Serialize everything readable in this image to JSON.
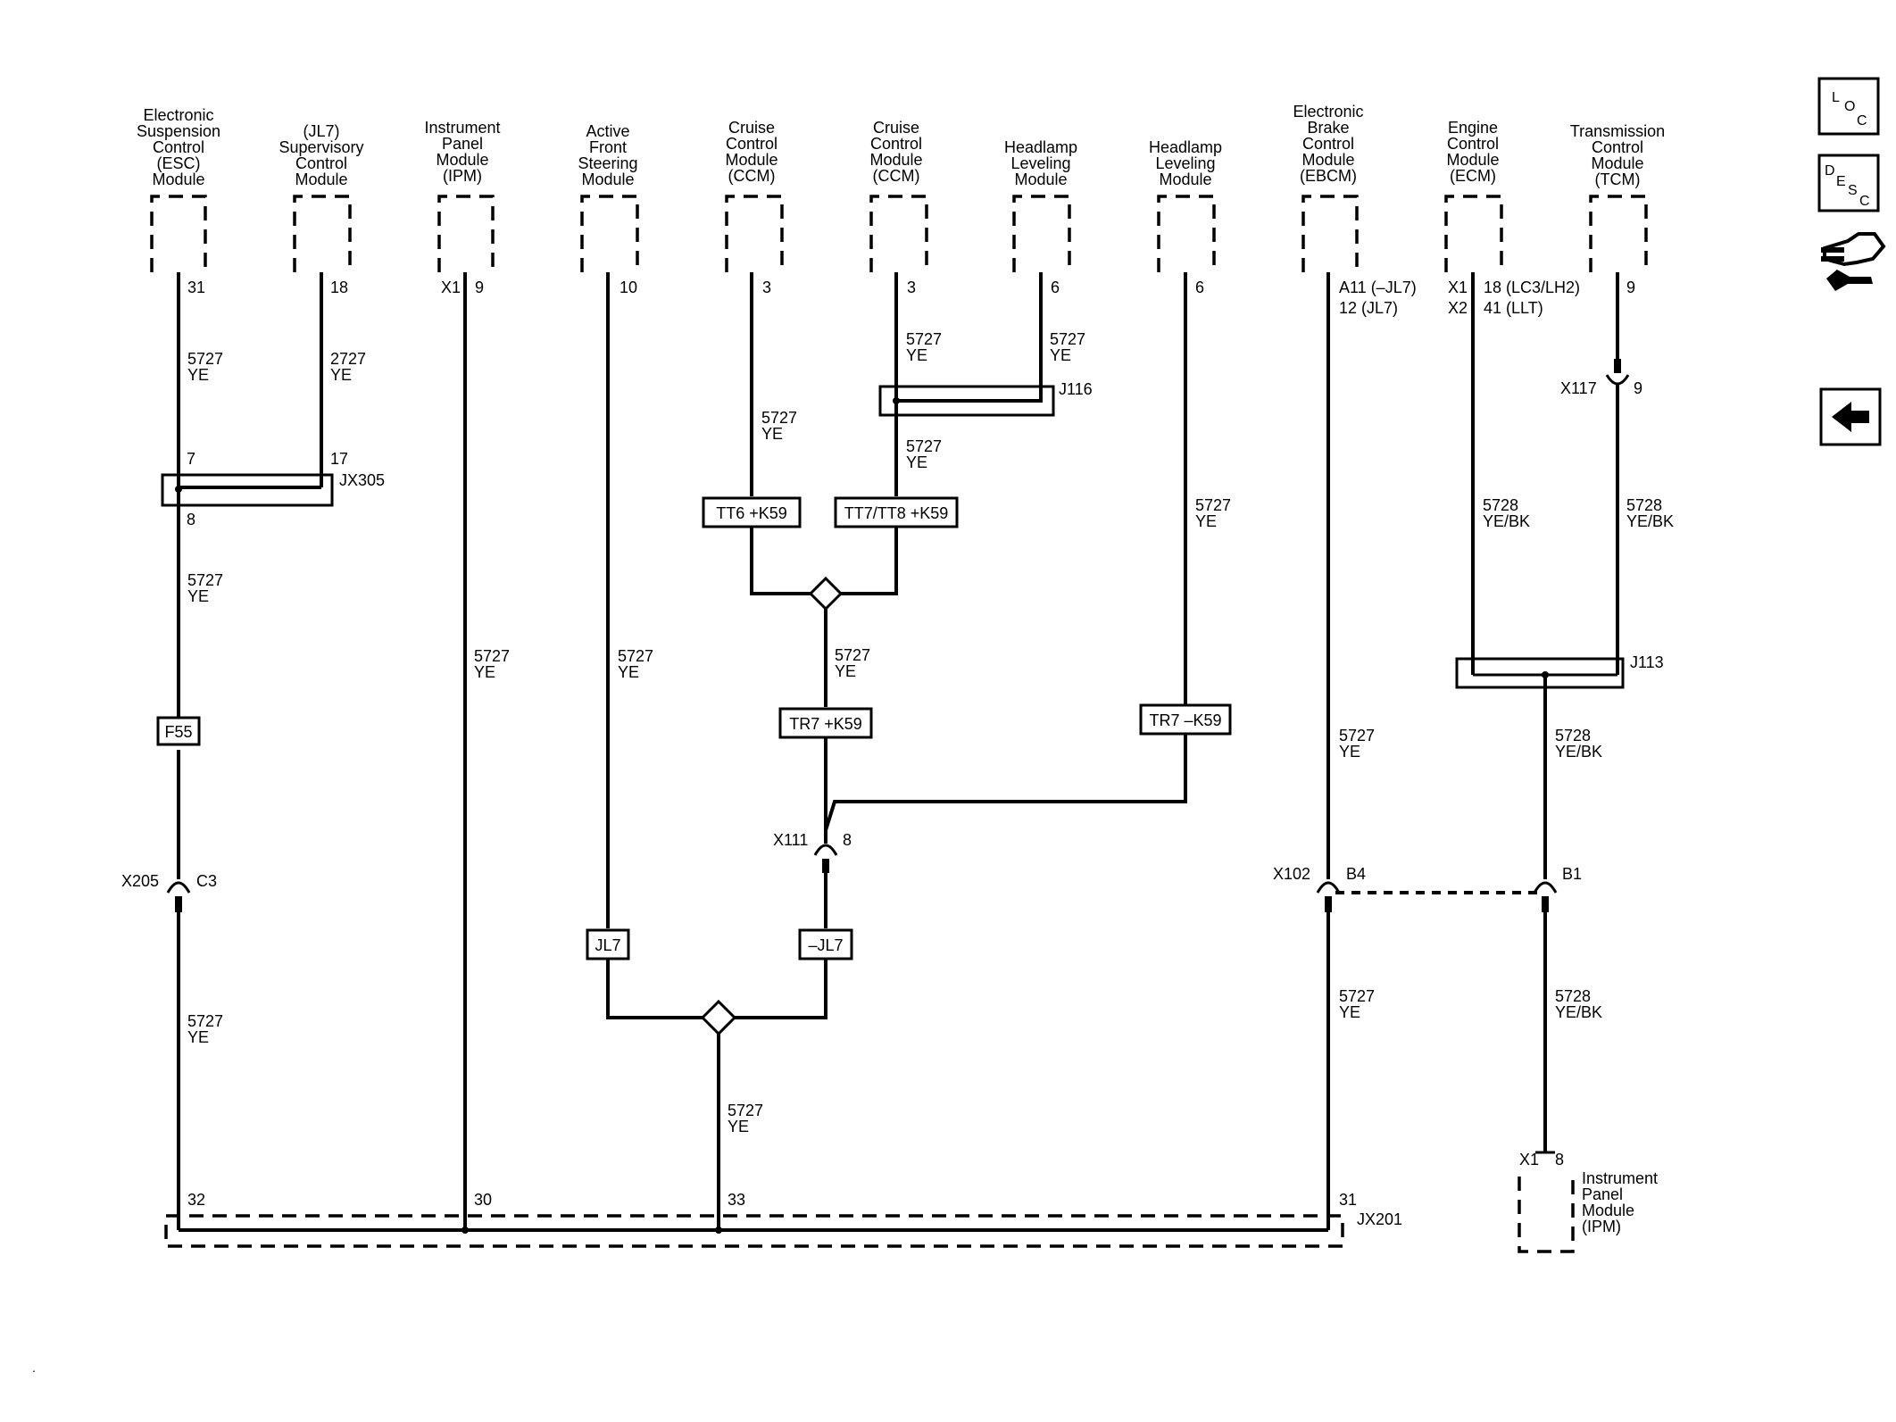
{
  "modules": {
    "esc": [
      "Electronic",
      "Suspension",
      "Control",
      "(ESC)",
      "Module"
    ],
    "jl7": [
      "(JL7)",
      "Supervisory",
      "Control",
      "Module"
    ],
    "ipm_top": [
      "Instrument",
      "Panel",
      "Module",
      "(IPM)"
    ],
    "afs": [
      "Active",
      "Front",
      "Steering",
      "Module"
    ],
    "ccm1": [
      "Cruise",
      "Control",
      "Module",
      "(CCM)"
    ],
    "ccm2": [
      "Cruise",
      "Control",
      "Module",
      "(CCM)"
    ],
    "hlm1": [
      "Headlamp",
      "Leveling",
      "Module"
    ],
    "hlm2": [
      "Headlamp",
      "Leveling",
      "Module"
    ],
    "ebcm": [
      "Electronic",
      "Brake",
      "Control",
      "Module",
      "(EBCM)"
    ],
    "ecm": [
      "Engine",
      "Control",
      "Module",
      "(ECM)"
    ],
    "tcm": [
      "Transmission",
      "Control",
      "Module",
      "(TCM)"
    ],
    "ipm_bottom": [
      "Instrument",
      "Panel",
      "Module",
      "(IPM)"
    ]
  },
  "pins": {
    "esc": "31",
    "jl7": "18",
    "ipm_conn": "X1",
    "ipm": "9",
    "afs": "10",
    "ccm1": "3",
    "ccm2": "3",
    "hlm1": "6",
    "hlm2": "6",
    "ebcm_a": "A11 (–JL7)",
    "ebcm_b": "12 (JL7)",
    "ecm_c1": "X1",
    "ecm_c2": "X2",
    "ecm_a": "18 (LC3/LH2)",
    "ecm_b": "41 (LLT)",
    "tcm": "9",
    "jx305_7": "7",
    "jx305_17": "17",
    "jx305_8": "8",
    "x117_9": "9",
    "x111_8": "8",
    "x205_c3": "C3",
    "x102_b4": "B4",
    "x113_b1": "B1",
    "jx201_32": "32",
    "jx201_30": "30",
    "jx201_33": "33",
    "jx201_31": "31",
    "ipmb_conn": "X1",
    "ipmb_pin": "8"
  },
  "wires": {
    "num_5727": "5727",
    "num_2727": "2727",
    "num_5728": "5728",
    "ye": "YE",
    "yebk": "YE/BK"
  },
  "connectors": {
    "jx305": "JX305",
    "j116": "J116",
    "j113": "J113",
    "x117": "X117",
    "x111": "X111",
    "x205": "X205",
    "x102": "X102",
    "jx201": "JX201"
  },
  "options": {
    "f55": "F55",
    "tt6": "TT6 +K59",
    "tt7": "TT7/TT8 +K59",
    "tr7p": "TR7 +K59",
    "tr7m": "TR7 –K59",
    "jl7": "JL7",
    "mjl7": "–JL7"
  },
  "nav": {
    "loc": [
      "L",
      "O",
      "C"
    ],
    "desc": [
      "D",
      "E",
      "S",
      "C"
    ],
    "icons": [
      "location-icon",
      "description-icon",
      "connector-repair-icon",
      "back-arrow-icon"
    ]
  }
}
